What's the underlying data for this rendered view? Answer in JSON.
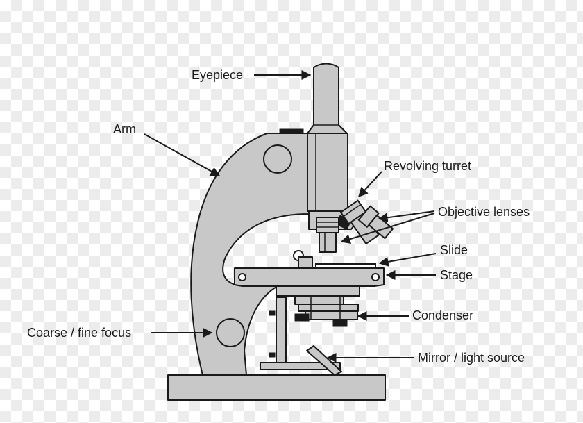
{
  "labels": {
    "eyepiece": "Eyepiece",
    "arm": "Arm",
    "revolving_turret": "Revolving turret",
    "objective_lenses": "Objective lenses",
    "slide": "Slide",
    "stage": "Stage",
    "condenser": "Condenser",
    "coarse_fine_focus": "Coarse / fine focus",
    "mirror_light_source": "Mirror / light source"
  },
  "colors": {
    "body": "#c8c8c8",
    "outline": "#1a1a1a",
    "background_checker": "#ececec"
  }
}
